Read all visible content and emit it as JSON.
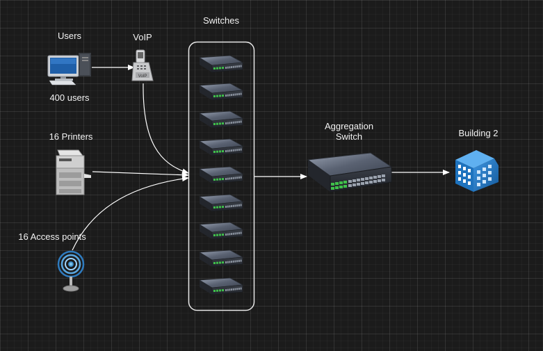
{
  "labels": {
    "users": "Users",
    "users_count": "400 users",
    "voip": "VoIP",
    "printers": "16 Printers",
    "access_points": "16 Access points",
    "switches": "Switches",
    "aggregation_line1": "Aggregation",
    "aggregation_line2": "Switch",
    "building": "Building 2"
  },
  "icons": {
    "users": "desktop-computer-icon",
    "voip": "voip-phone-icon",
    "printers": "printer-icon",
    "access_points": "wireless-access-point-icon",
    "switch": "network-switch-icon",
    "aggregation": "aggregation-switch-icon",
    "building": "building-icon"
  },
  "switch_count": 9,
  "colors": {
    "background": "#1b1b1b",
    "connector": "#ffffff",
    "building": "#1e73be",
    "port_green": "#3fbf4a"
  }
}
